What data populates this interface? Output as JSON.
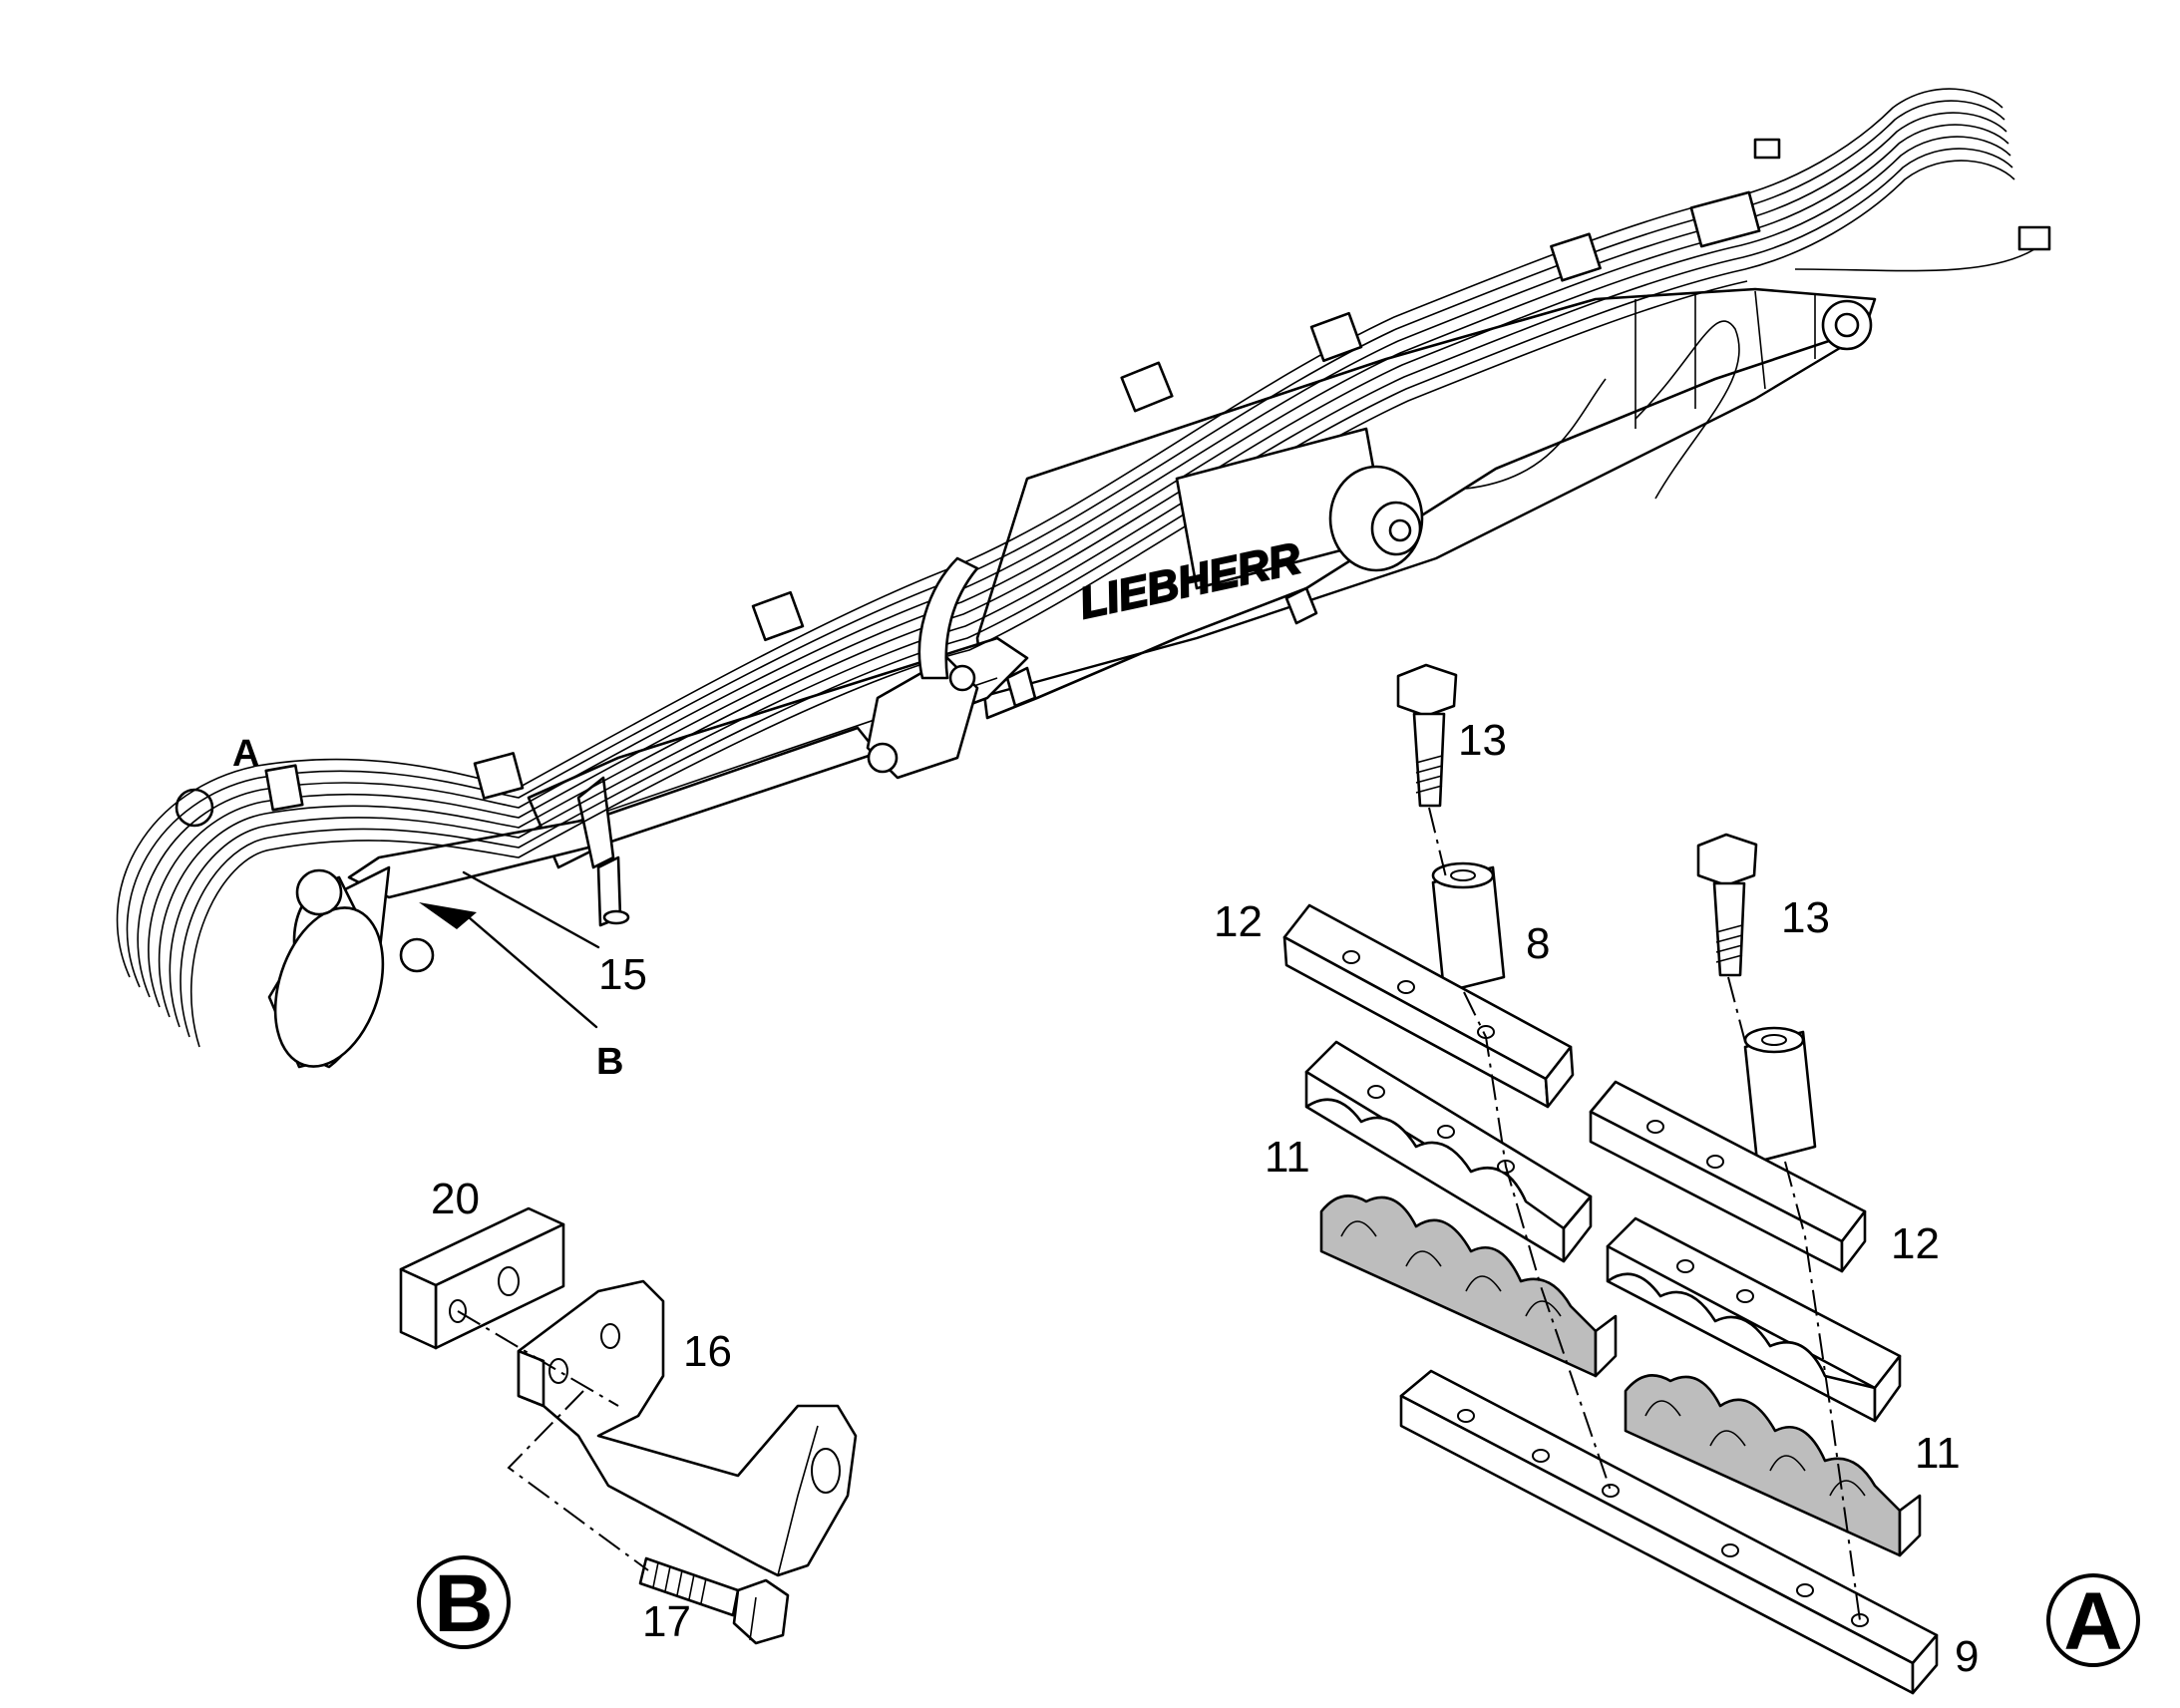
{
  "diagram": {
    "brand": "LIEBHERR",
    "detail_refs": {
      "detail_a": "A",
      "detail_b": "B"
    },
    "callouts": {
      "c13a": "13",
      "c13b": "13",
      "c8": "8",
      "c12a": "12",
      "c12b": "12",
      "c11a": "11",
      "c11b": "11",
      "c9": "9",
      "c15": "15",
      "c16": "16",
      "c17": "17",
      "c20": "20"
    },
    "detail_badges": {
      "badge_a": "A",
      "badge_b": "B"
    }
  }
}
